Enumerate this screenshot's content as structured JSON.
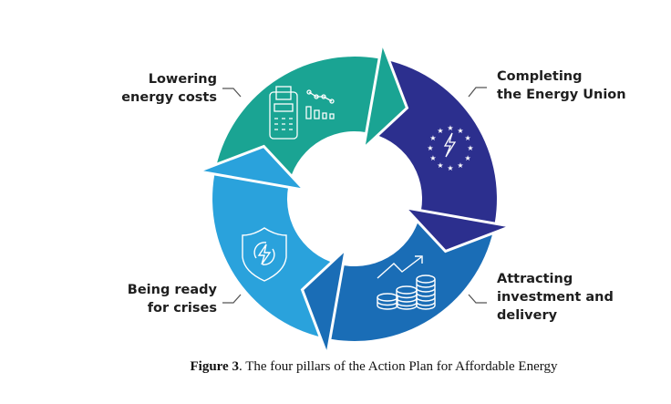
{
  "pillars": [
    {
      "id": "lowering",
      "lines": [
        "Lowering",
        "energy costs"
      ],
      "color": "#1aa493",
      "icon": "payment-terminal-chart-icon"
    },
    {
      "id": "completing",
      "lines": [
        "Completing",
        "the Energy Union"
      ],
      "color": "#2c2f8e",
      "icon": "eu-stars-lightning-icon"
    },
    {
      "id": "attracting",
      "lines": [
        "Attracting",
        "investment and",
        "delivery"
      ],
      "color": "#1a6db6",
      "icon": "coins-growth-icon"
    },
    {
      "id": "ready",
      "lines": [
        "Being ready",
        "for crises"
      ],
      "color": "#2aa2dc",
      "icon": "shield-lightning-icon"
    }
  ],
  "caption": {
    "label": "Figure 3",
    "text": ". The four pillars of the Action Plan for Affordable Energy"
  }
}
